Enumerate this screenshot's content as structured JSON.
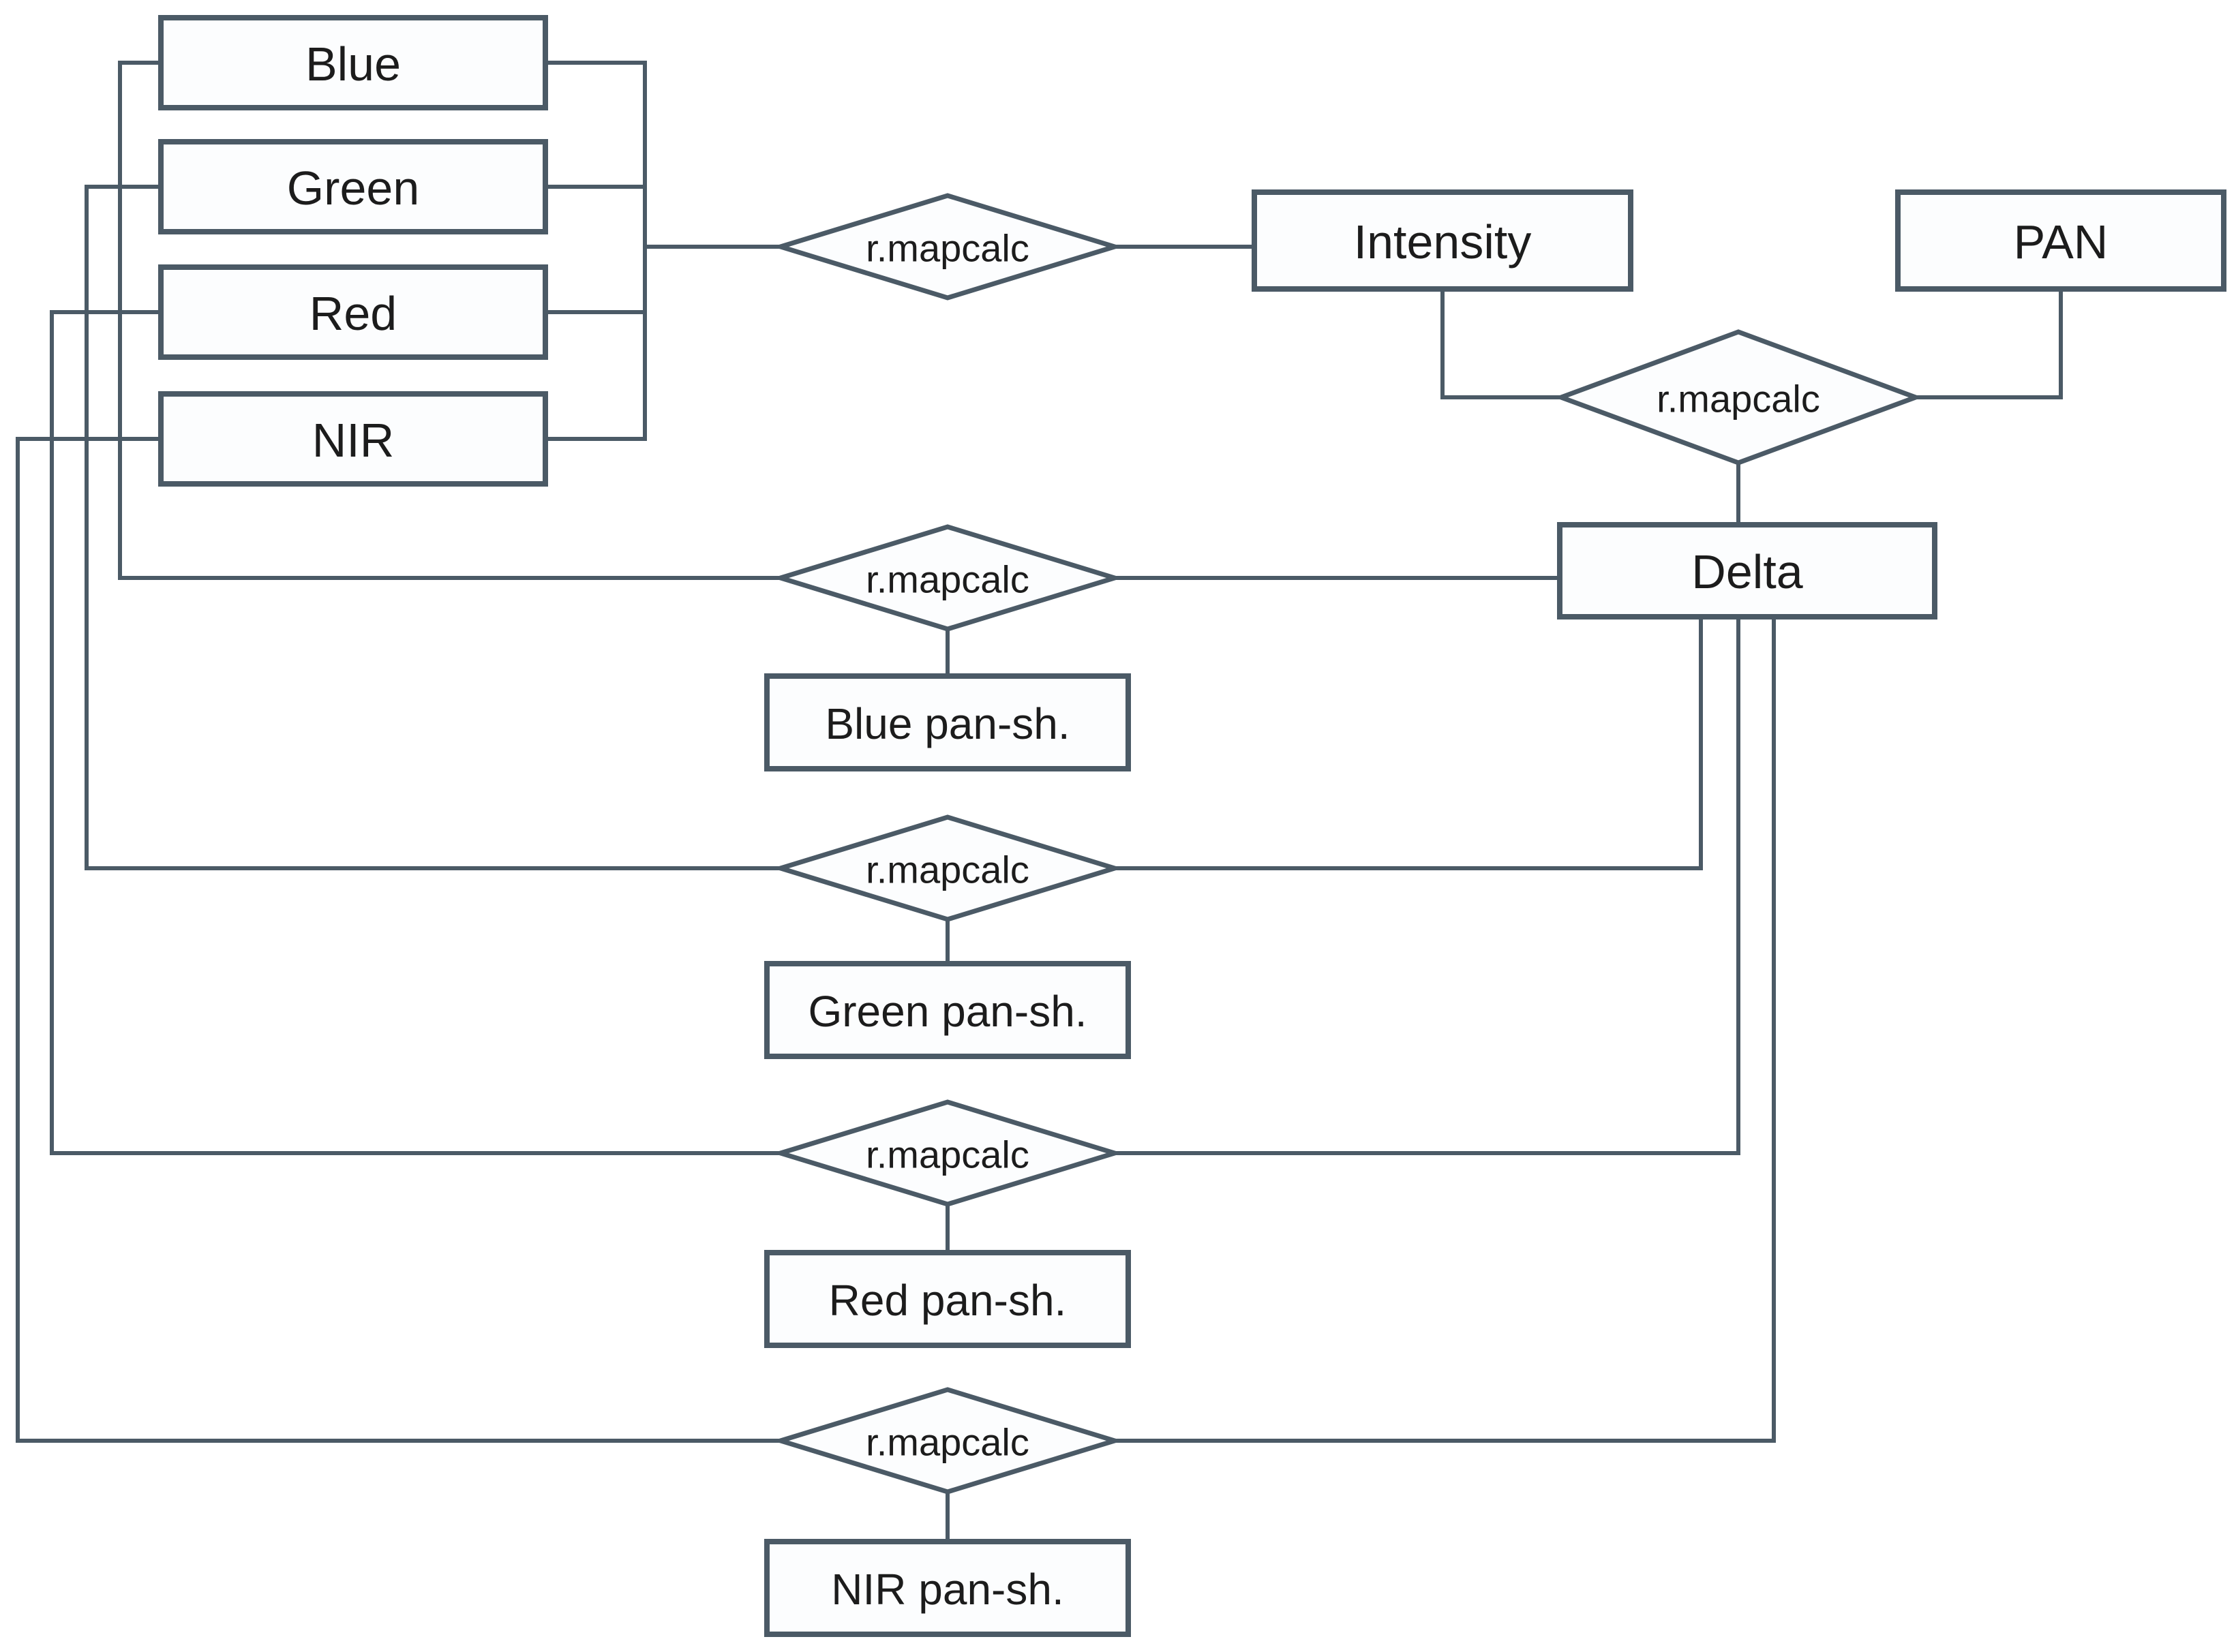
{
  "title": "GRASS GIS pan-sharpening workflow diagram",
  "colors": {
    "stroke": "#4b5a66",
    "text": "#1c1c1c",
    "box_fill": "#fcfdfe",
    "background": "#ffffff"
  },
  "labels": {
    "blue": "Blue",
    "green": "Green",
    "red": "Red",
    "nir": "NIR",
    "mapcalc": "r.mapcalc",
    "intensity": "Intensity",
    "pan": "PAN",
    "delta": "Delta",
    "blue_out": "Blue pan-sh.",
    "green_out": "Green pan-sh.",
    "red_out": "Red pan-sh.",
    "nir_out": "NIR pan-sh."
  }
}
